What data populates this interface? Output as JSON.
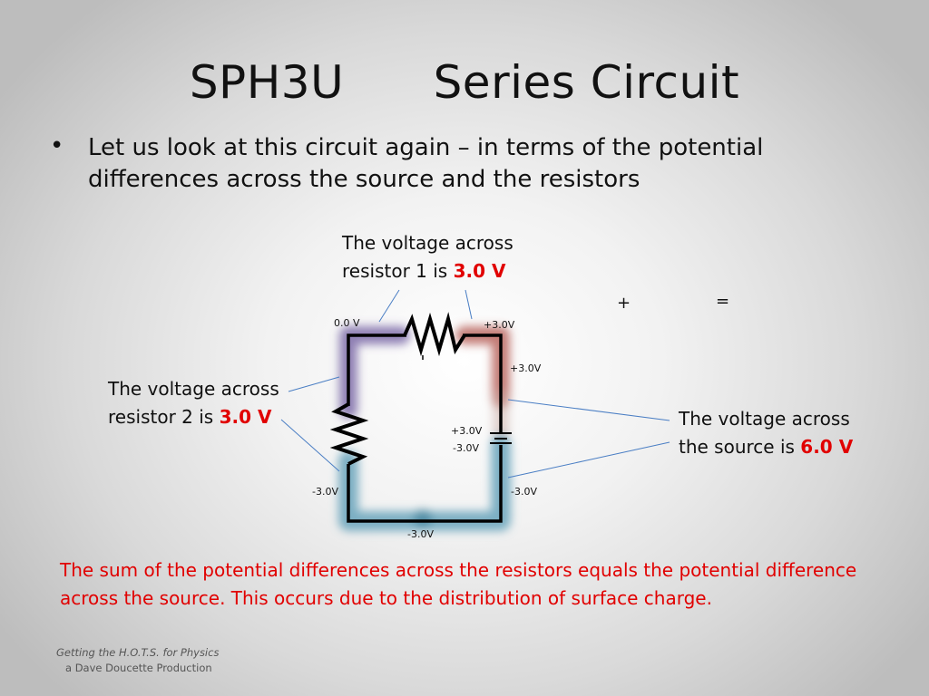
{
  "slide": {
    "title": "SPH3U      Series Circuit",
    "bullet": "Let us look at this circuit again – in terms of the potential differences across the source and the resistors",
    "callout_r1": {
      "line1": "The voltage across",
      "prefix": "resistor 1 is ",
      "value": "3.0 V"
    },
    "callout_r2": {
      "line1": "The voltage across",
      "prefix": "resistor 2 is ",
      "value": "3.0 V"
    },
    "callout_source": {
      "line1": "The voltage across",
      "prefix": "the source is ",
      "value": "6.0 V"
    },
    "operators": {
      "plus": "+",
      "equals": "="
    },
    "circuit_labels": {
      "top_left": "0.0 V",
      "top_right": "+3.0V",
      "right_upper": "+3.0V",
      "battery_plus": "+3.0V",
      "battery_minus": "-3.0V",
      "left_lower": "-3.0V",
      "right_lower": "-3.0V",
      "bottom": "-3.0V"
    },
    "conclusion": "The sum of the potential differences across the resistors equals the potential difference across the source. This occurs due to the distribution of surface charge.",
    "footer": {
      "line1": "Getting the H.O.T.S. for Physics",
      "line2": "a Dave Doucette Production"
    }
  },
  "colors": {
    "highlight": "#e10000",
    "glow_purple": "#6e5a9e",
    "glow_red": "#b0524a",
    "glow_blue": "#5f9fb8",
    "wire": "#000000",
    "leader_line": "#4a7ec4"
  }
}
